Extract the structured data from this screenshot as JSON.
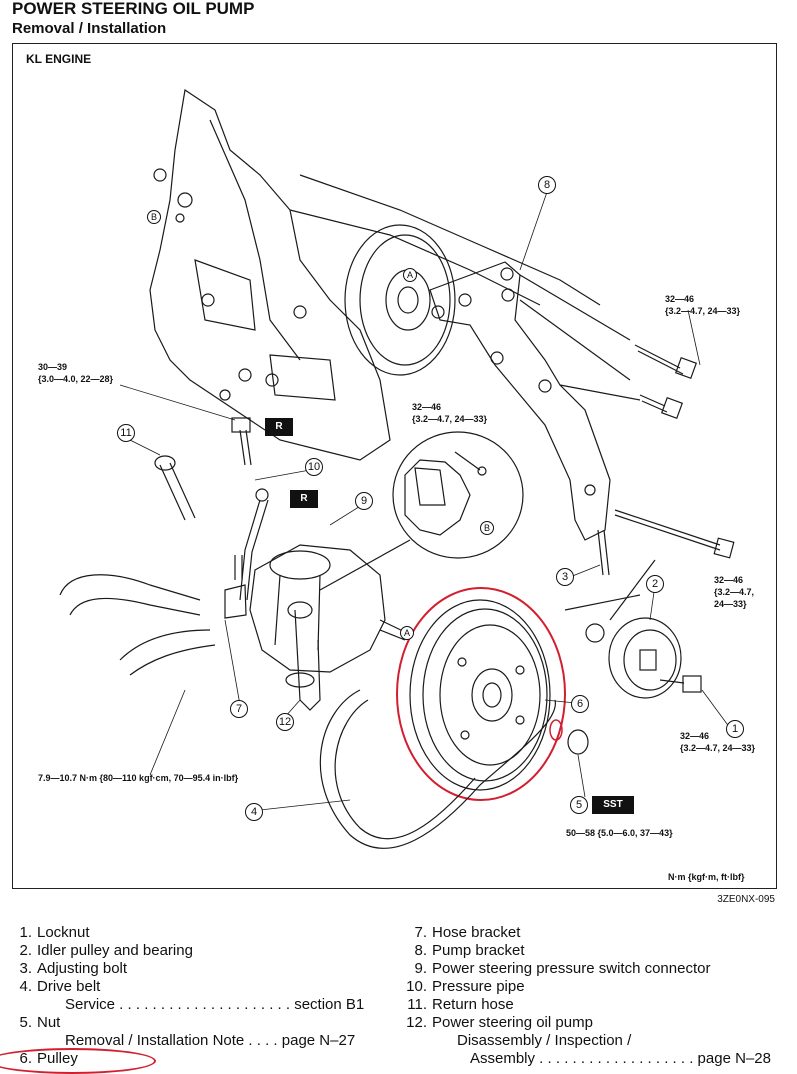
{
  "header": {
    "title": "POWER STEERING OIL PUMP",
    "subtitle": "Removal / Installation"
  },
  "diagram": {
    "engine_label": "KL ENGINE",
    "doc_ref": "3ZE0NX-095",
    "units_note": "N·m {kgf·m, ft·lbf}",
    "torques": {
      "t_left_bolt_a": "30—39",
      "t_left_bolt_b": "{3.0—4.0, 22—28}",
      "t_center_a": "32—46",
      "t_center_b": "{3.2—4.7, 24—33}",
      "t_top_right_a": "32—46",
      "t_top_right_b": "{3.2—4.7, 24—33}",
      "t_right_mid_a": "32—46",
      "t_right_mid_b": "{3.2—4.7,",
      "t_right_mid_c": "24—33}",
      "t_locknut_a": "32—46",
      "t_locknut_b": "{3.2—4.7, 24—33}",
      "t_small": "7.9—10.7 N·m {80—110 kgf·cm, 70—95.4 in·lbf}",
      "t_nut": "50—58 {5.0—6.0, 37—43}"
    },
    "tags": {
      "r1": "R",
      "r2": "R",
      "sst": "SST"
    },
    "letters": {
      "a": "A",
      "b": "B"
    },
    "callouts": {
      "c1": "1",
      "c2": "2",
      "c3": "3",
      "c4": "4",
      "c5": "5",
      "c6": "6",
      "c7": "7",
      "c8": "8",
      "c9": "9",
      "c10": "10",
      "c11": "11",
      "c12": "12"
    },
    "highlight_color": "#d21f2f"
  },
  "legend": {
    "left": {
      "i1": "1.",
      "l1": "Locknut",
      "i2": "2.",
      "l2": "Idler pulley and bearing",
      "i3": "3.",
      "l3": "Adjusting bolt",
      "i4": "4.",
      "l4": "Drive belt",
      "s4": "Service  . . . . . . . . . . . . . . . . . . . . .  section B1",
      "i5": "5.",
      "l5": "Nut",
      "s5": "Removal / Installation Note  . . . .  page N–27",
      "i6": "6.",
      "l6": "Pulley"
    },
    "right": {
      "i7": "7.",
      "l7": "Hose bracket",
      "i8": "8.",
      "l8": "Pump bracket",
      "i9": "9.",
      "l9": "Power steering pressure switch connector",
      "i10": "10.",
      "l10": "Pressure pipe",
      "i11": "11.",
      "l11": "Return hose",
      "i12": "12.",
      "l12": "Power steering oil pump",
      "s12a": "Disassembly / Inspection /",
      "s12b": "Assembly . . . . . . . . . . . . . . . . . . .  page N–28"
    }
  }
}
